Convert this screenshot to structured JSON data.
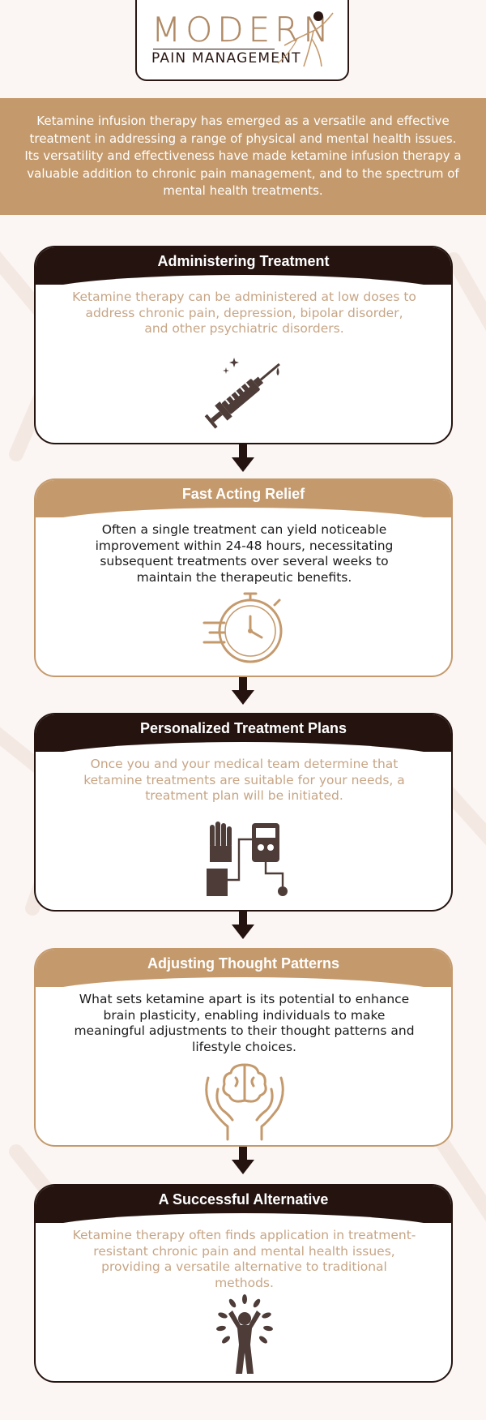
{
  "logo": {
    "main": "MODERN",
    "sub": "PAIN MANAGEMENT"
  },
  "intro": {
    "text": "Ketamine infusion therapy has emerged as a versatile and effective treatment in addressing a range of physical and mental health issues. Its versatility and effectiveness have made ketamine infusion therapy a valuable addition to chronic pain management, and to the spectrum of mental health treatments."
  },
  "colors": {
    "tan": "#c49a6d",
    "dark": "#24130f",
    "background": "#fbf6f3",
    "muted_text": "#c7a585"
  },
  "cards": [
    {
      "title": "Administering Treatment",
      "text": "Ketamine therapy can be administered at low doses to address chronic pain, depression, bipolar disorder, and other psychiatric disorders.",
      "icon": "syringe-icon"
    },
    {
      "title": "Fast Acting Relief",
      "text": "Often a single treatment can yield noticeable improvement within 24-48 hours, necessitating subsequent treatments over several weeks to maintain the therapeutic benefits.",
      "icon": "stopwatch-icon"
    },
    {
      "title": "Personalized Treatment Plans",
      "text": "Once you and your medical team determine that ketamine treatments are suitable for your needs, a treatment plan will be initiated.",
      "icon": "hand-monitor-icon"
    },
    {
      "title": "Adjusting Thought Patterns",
      "text": "What sets ketamine apart is its potential to enhance brain plasticity, enabling individuals to make meaningful adjustments to their thought patterns and lifestyle choices.",
      "icon": "brain-hands-icon"
    },
    {
      "title": "A Successful Alternative",
      "text": "Ketamine therapy often finds application in treatment-resistant chronic pain and mental health issues, providing a versatile alternative to traditional methods.",
      "icon": "person-growth-icon"
    }
  ]
}
